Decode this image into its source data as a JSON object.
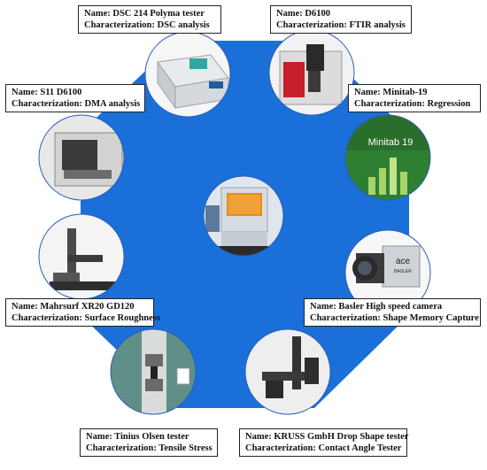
{
  "colors": {
    "octagon": "#1a6fd8",
    "circle_border": "#2a5fb8",
    "label_border": "#222222"
  },
  "center": {
    "icon": "chamber-icon"
  },
  "stations": [
    {
      "id": "dsc",
      "name_prefix": "Name: ",
      "name": "DSC 214 Polyma tester",
      "char_prefix": "Characterization: ",
      "characterization": "DSC analysis",
      "icon": "dsc-instrument-icon"
    },
    {
      "id": "ftir",
      "name_prefix": "Name: ",
      "name": "D6100",
      "char_prefix": "Characterization: ",
      "characterization": "FTIR analysis",
      "icon": "ftir-instrument-icon"
    },
    {
      "id": "minitab",
      "name_prefix": "Name: ",
      "name": "Minitab-19",
      "char_prefix": "Characterization: ",
      "characterization": "Regression",
      "icon": "minitab-logo-icon",
      "logo_text": "Minitab 19"
    },
    {
      "id": "camera",
      "name_prefix": "Name: ",
      "name": "Basler High speed camera",
      "char_prefix": "Characterization: ",
      "characterization": "Shape Memory Capture",
      "icon": "camera-icon",
      "brand_text": "ace",
      "brand_subtext": "BASLER"
    },
    {
      "id": "contact",
      "name_prefix": "Name: ",
      "name": "KRUSS GmbH Drop Shape tester",
      "char_prefix": "Characterization: ",
      "characterization": "Contact Angle Tester",
      "icon": "drop-shape-tester-icon"
    },
    {
      "id": "tensile",
      "name_prefix": "Name: ",
      "name": "Tinius Olsen tester",
      "char_prefix": "Characterization: ",
      "characterization": "Tensile Stress",
      "icon": "tensile-tester-icon"
    },
    {
      "id": "surface",
      "name_prefix": "Name: ",
      "name": "Mahrsurf XR20 GD120",
      "char_prefix": "Characterization: ",
      "characterization": "Surface Roughness",
      "icon": "profilometer-icon"
    },
    {
      "id": "dma",
      "name_prefix": "Name: ",
      "name": "S11 D6100",
      "char_prefix": "Characterization: ",
      "characterization": "DMA analysis",
      "icon": "dma-instrument-icon"
    }
  ]
}
